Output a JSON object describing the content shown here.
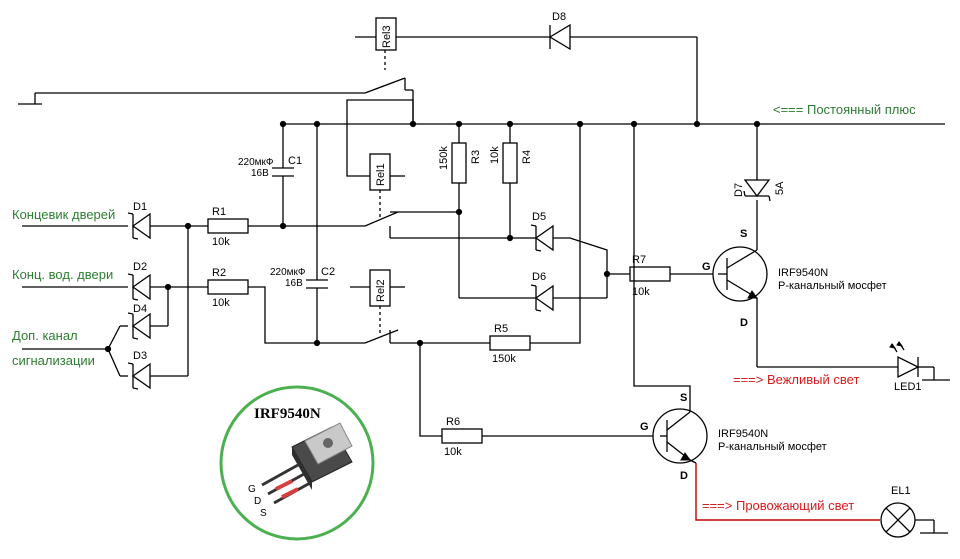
{
  "colors": {
    "signal": "#2e7d32",
    "output": "#d81b1b",
    "wire": "#000000",
    "photo_ring": "#4caf50"
  },
  "rails": {
    "plus": "<=== Постоянный плюс"
  },
  "inputs": {
    "door": "Концевик дверей",
    "driver_door": "Конц. вод. двери",
    "aux1": "Доп. канал",
    "aux2": "сигнализации"
  },
  "outputs": {
    "courtesy": "===> Вежливый свет",
    "escort": "===> Провожающий свет"
  },
  "components": {
    "D1": "D1",
    "D2": "D2",
    "D3": "D3",
    "D4": "D4",
    "D5": "D5",
    "D6": "D6",
    "D7": "D7",
    "D7_rating": "5A",
    "D8": "D8",
    "R1": "R1",
    "R1_val": "10k",
    "R2": "R2",
    "R2_val": "10k",
    "R3": "R3",
    "R3_val": "150k",
    "R4": "R4",
    "R4_val": "10k",
    "R5": "R5",
    "R5_val": "150k",
    "R6": "R6",
    "R6_val": "10k",
    "R7": "R7",
    "R7_val": "10k",
    "C1": "C1",
    "C1_val1": "220мкФ",
    "C1_val2": "16В",
    "C2": "C2",
    "C2_val1": "220мкФ",
    "C2_val2": "16В",
    "Rel1": "Rel1",
    "Rel2": "Rel2",
    "Rel3": "Rel3",
    "LED1": "LED1",
    "EL1": "EL1"
  },
  "mosfets": {
    "q1": {
      "model": "IRF9540N",
      "type": "Р-канальный мосфет",
      "g": "G",
      "s": "S",
      "d": "D"
    },
    "q2": {
      "model": "IRF9540N",
      "type": "Р-канальный мосфет",
      "g": "G",
      "s": "S",
      "d": "D"
    }
  },
  "photo": {
    "title": "IRF9540N",
    "pins": [
      "G",
      "D",
      "S"
    ]
  }
}
